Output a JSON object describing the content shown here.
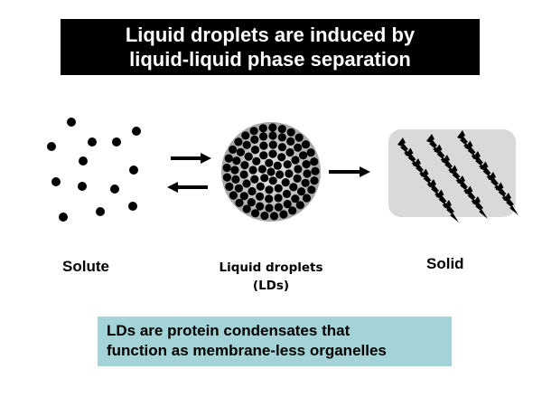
{
  "title": {
    "line1": "Liquid droplets are induced by",
    "line2": "liquid-liquid phase separation"
  },
  "states": {
    "solute": {
      "label": "Solute"
    },
    "liquid_droplets": {
      "label_line1": "Liquid droplets",
      "label_line2": "(LDs)"
    },
    "solid": {
      "label": "Solid"
    }
  },
  "transitions": [
    {
      "from": "solute",
      "to": "liquid_droplets",
      "direction": "forward"
    },
    {
      "from": "liquid_droplets",
      "to": "solute",
      "direction": "reverse"
    },
    {
      "from": "liquid_droplets",
      "to": "solid",
      "direction": "forward"
    }
  ],
  "note": {
    "line1": "LDs are protein condensates that",
    "line2": "function as membrane-less organelles"
  },
  "colors": {
    "title_bg": "#000000",
    "title_text": "#ffffff",
    "note_bg": "#a3d3d6",
    "droplet_edge": "#a6a6a6",
    "droplet_center": "#ececec",
    "solid_bg": "#d9d9d9",
    "dot": "#000000"
  },
  "icons": {
    "solute_particles": "dot-cluster",
    "droplet": "dense-sphere",
    "solid": "lightning-aggregates"
  }
}
